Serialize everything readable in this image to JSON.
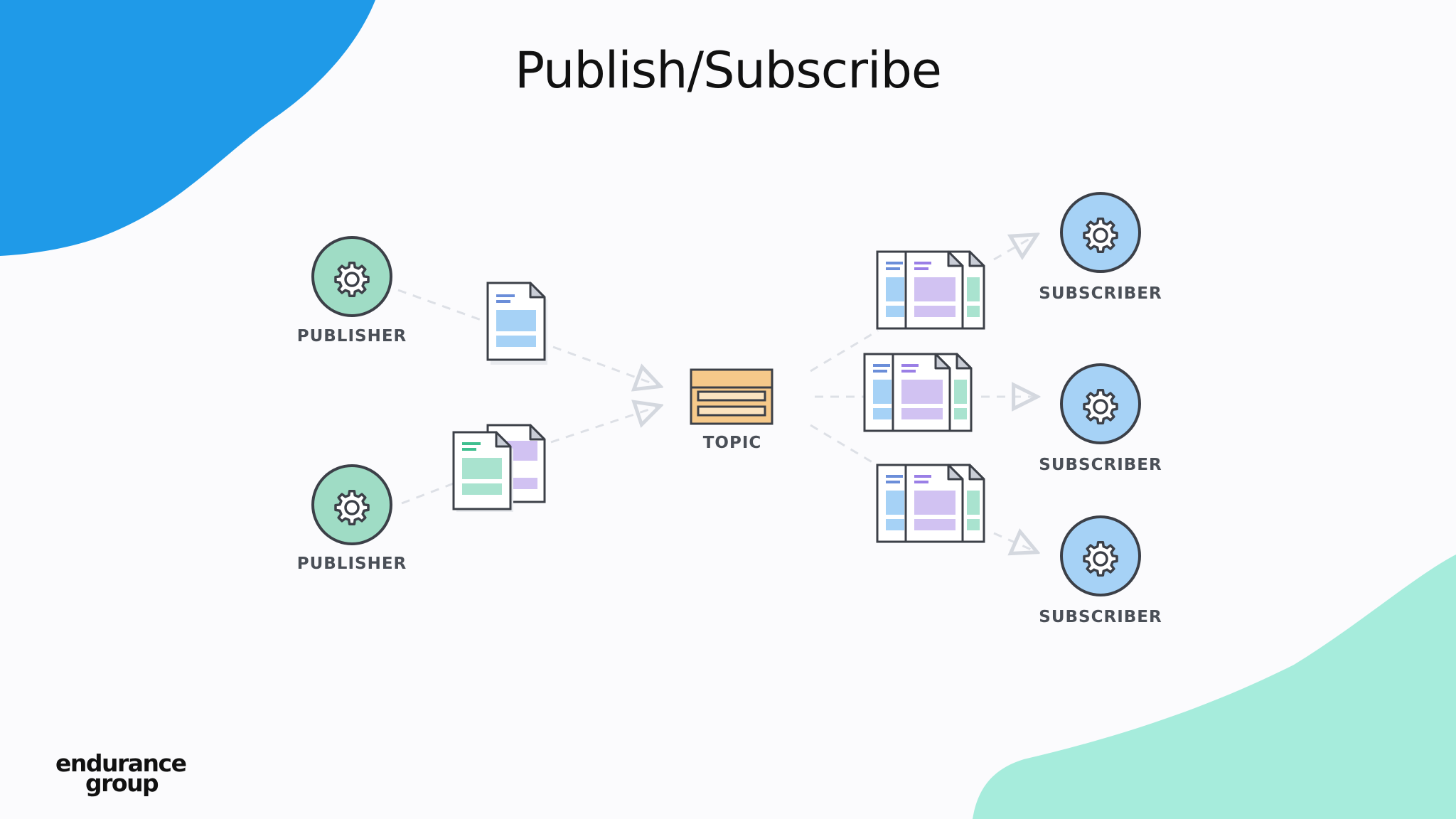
{
  "slide": {
    "title": "Publish/Subscribe"
  },
  "diagram": {
    "publishers": [
      {
        "label": "PUBLISHER"
      },
      {
        "label": "PUBLISHER"
      }
    ],
    "topic": {
      "label": "TOPIC"
    },
    "subscribers": [
      {
        "label": "SUBSCRIBER"
      },
      {
        "label": "SUBSCRIBER"
      },
      {
        "label": "SUBSCRIBER"
      }
    ]
  },
  "brand": {
    "logo_line1": "endurance",
    "logo_line2": "group"
  },
  "colors": {
    "background": "#fbfbfd",
    "blob_blue": "#1f9ae8",
    "blob_mint": "#a6ecdc",
    "publisher_fill": "#9fdcc5",
    "subscriber_fill": "#a6d2f6",
    "topic_fill": "#f6c98a",
    "outline": "#3c4048"
  }
}
